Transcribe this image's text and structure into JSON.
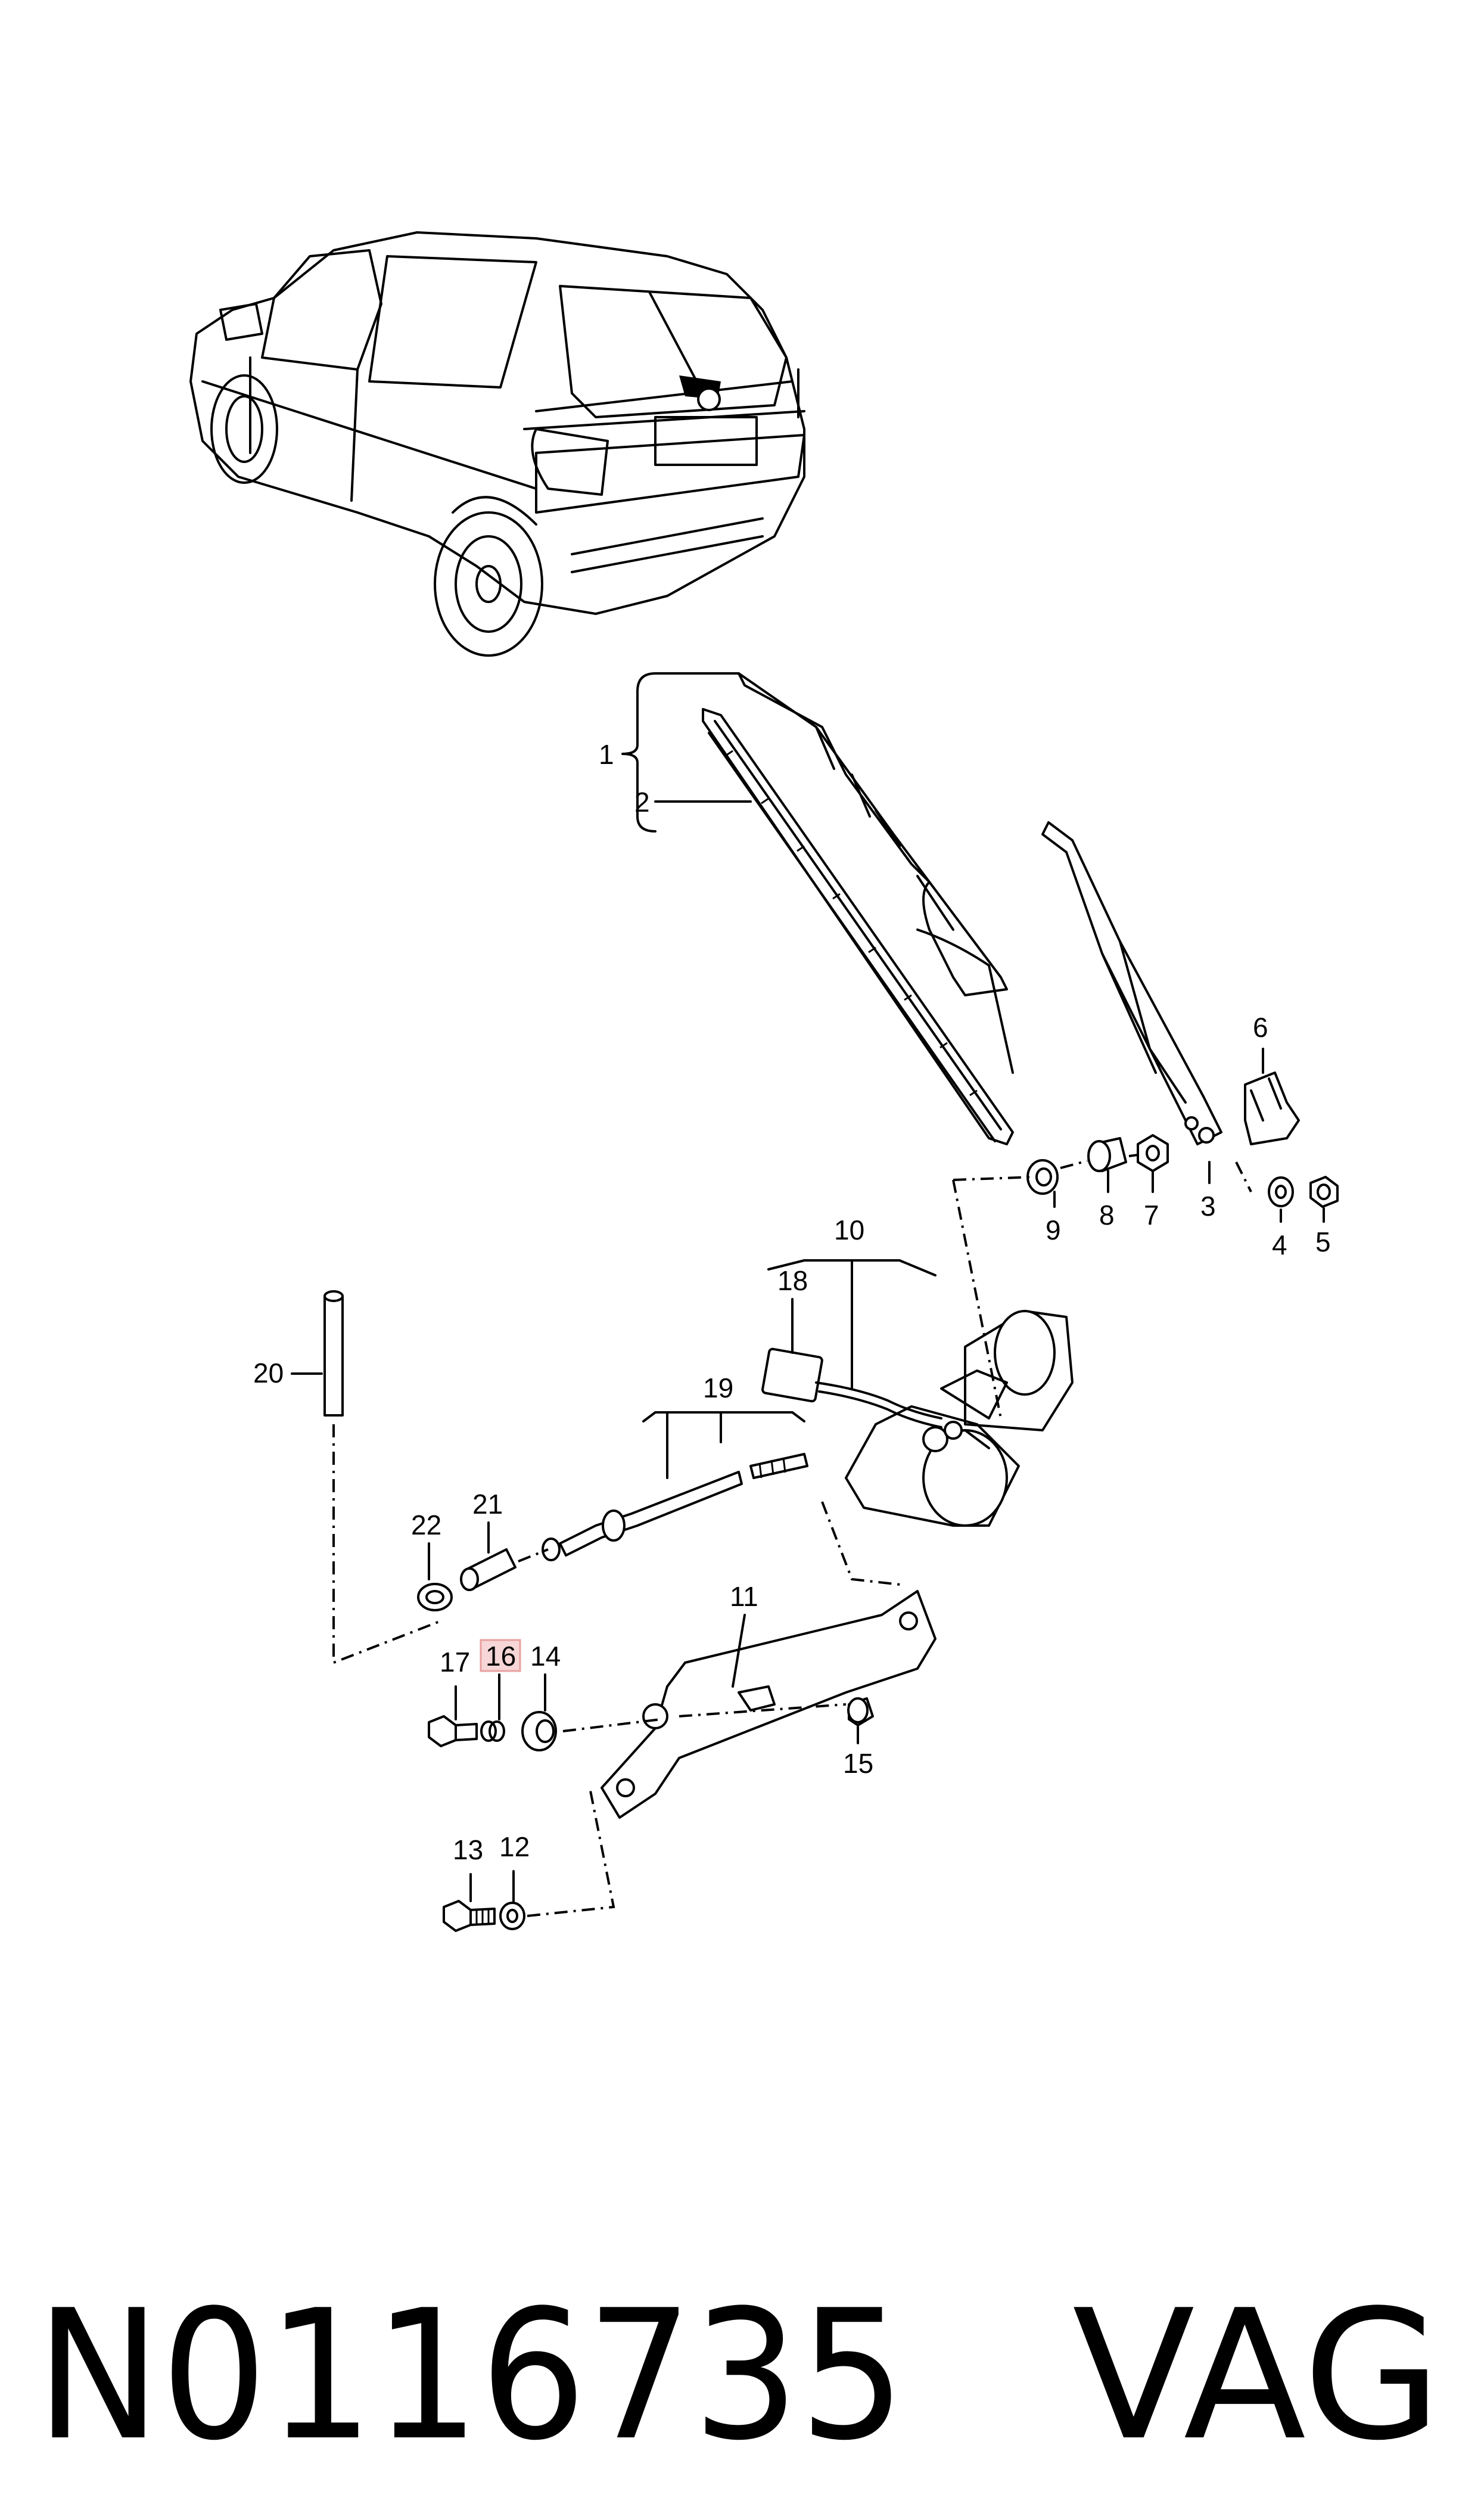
{
  "callouts": {
    "c1": "1",
    "c2": "2",
    "c3": "3",
    "c4": "4",
    "c5": "5",
    "c6": "6",
    "c7": "7",
    "c8": "8",
    "c9": "9",
    "c10": "10",
    "c11": "11",
    "c12": "12",
    "c13": "13",
    "c14": "14",
    "c15": "15",
    "c16": "16",
    "c17": "17",
    "c18": "18",
    "c19": "19",
    "c20": "20",
    "c21": "21",
    "c22": "22"
  },
  "highlighted_callout": "16",
  "highlight_color": "#e8a0a0",
  "footer": {
    "part_number": "N0116735",
    "brand": "VAG"
  }
}
